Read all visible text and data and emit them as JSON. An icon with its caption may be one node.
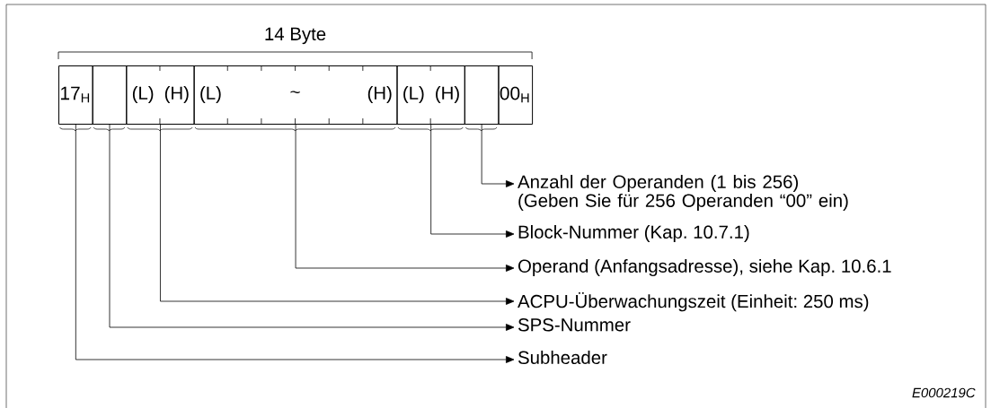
{
  "diagram": {
    "nodes": [
      {
        "text": [
          "17$_{H}$"
        ]
      },
      {
        "text": [],
        "shape": "box"
      },
      {
        "text": [
          "(L)",
          "(H)"
        ]
      },
      {
        "text": [
          "(L)",
          "~",
          "(H)"
        ]
      },
      {
        "text": [
          "(L)",
          "(H)"
        ]
      },
      {
        "text": [],
        "shape": "box"
      },
      {
        "text": [
          "00$_{H}$"
        ]
      },
      {
        "text": [
          "Anzahl der Operanden (1 bis 256) (Geben Sie für 256 Operanden “00” ein)"
        ]
      },
      {
        "text": [
          "Block-Nummer (Kap. 10.7.1)"
        ]
      },
      {
        "text": [
          "Operand (Anfangsadresse), siehe Kap. 10.6.1"
        ]
      },
      {
        "text": [
          "ACPU-Überwachungszeit (Einheit: 250 ms)"
        ]
      },
      {
        "text": [
          "SPS-Nummer"
        ]
      },
      {
        "text": [
          "Subheader"
        ]
      }
    ],
    "edges": [
      {
        "from": 5,
        "to": 7,
        "arrow": "to"
      },
      {
        "from": 4,
        "to": 8,
        "arrow": "to"
      },
      {
        "from": 3,
        "to": 9,
        "arrow": "to"
      },
      {
        "from": 2,
        "to": 10,
        "arrow": "to"
      },
      {
        "from": 1,
        "to": 11,
        "arrow": "to"
      },
      {
        "from": 0,
        "to": 12,
        "arrow": "to"
      }
    ],
    "labels": [
      "14 Byte",
      "E000219C"
    ]
  }
}
